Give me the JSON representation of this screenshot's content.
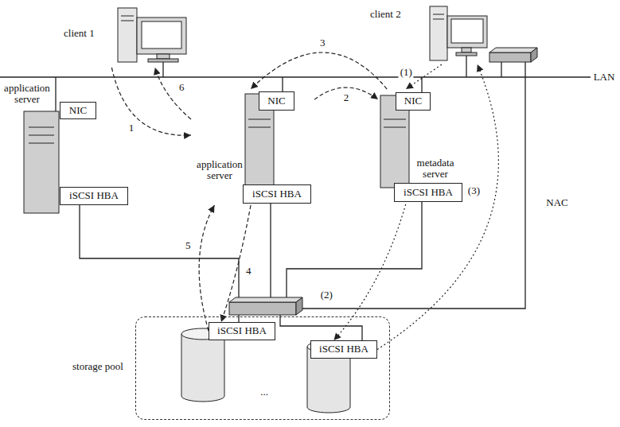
{
  "diagram": {
    "nodes": [
      {
        "text": [
          "client 1"
        ]
      },
      {
        "text": [
          "client 2"
        ]
      },
      {
        "text": [
          "application server"
        ]
      },
      {
        "text": [
          "NIC"
        ],
        "in": 2
      },
      {
        "text": [
          "iSCSI HBA"
        ],
        "in": 2
      },
      {
        "text": [
          "application server"
        ]
      },
      {
        "text": [
          "NIC"
        ],
        "in": 5
      },
      {
        "text": [
          "iSCSI HBA"
        ],
        "in": 5
      },
      {
        "text": [
          "metadata server"
        ]
      },
      {
        "text": [
          "NIC"
        ],
        "in": 8
      },
      {
        "text": [
          "iSCSI HBA"
        ],
        "in": 8
      },
      {
        "text": [
          "storage pool"
        ]
      },
      {
        "text": [
          "iSCSI HBA"
        ],
        "in": 11
      },
      {
        "text": [
          "iSCSI HBA"
        ],
        "in": 11
      }
    ],
    "edges": [
      {
        "from": 0,
        "to": 5,
        "arrow": "to",
        "label": "1"
      },
      {
        "from": 5,
        "to": 8,
        "arrow": "to",
        "label": "2"
      },
      {
        "from": 8,
        "to": 5,
        "arrow": "to",
        "label": "3"
      },
      {
        "from": 5,
        "to": 12,
        "arrow": "to",
        "label": "4"
      },
      {
        "from": 12,
        "to": 5,
        "arrow": "to",
        "label": "5"
      },
      {
        "from": 5,
        "to": 0,
        "arrow": "to",
        "label": "6"
      },
      {
        "from": 1,
        "to": 8,
        "arrow": "to",
        "label": "(1)"
      },
      {
        "from": 8,
        "to": 13,
        "arrow": "to",
        "label": "(2)"
      },
      {
        "from": 13,
        "to": 1,
        "arrow": "to",
        "label": "(3)"
      }
    ],
    "labels": [
      "LAN",
      "NAC",
      "..."
    ]
  }
}
